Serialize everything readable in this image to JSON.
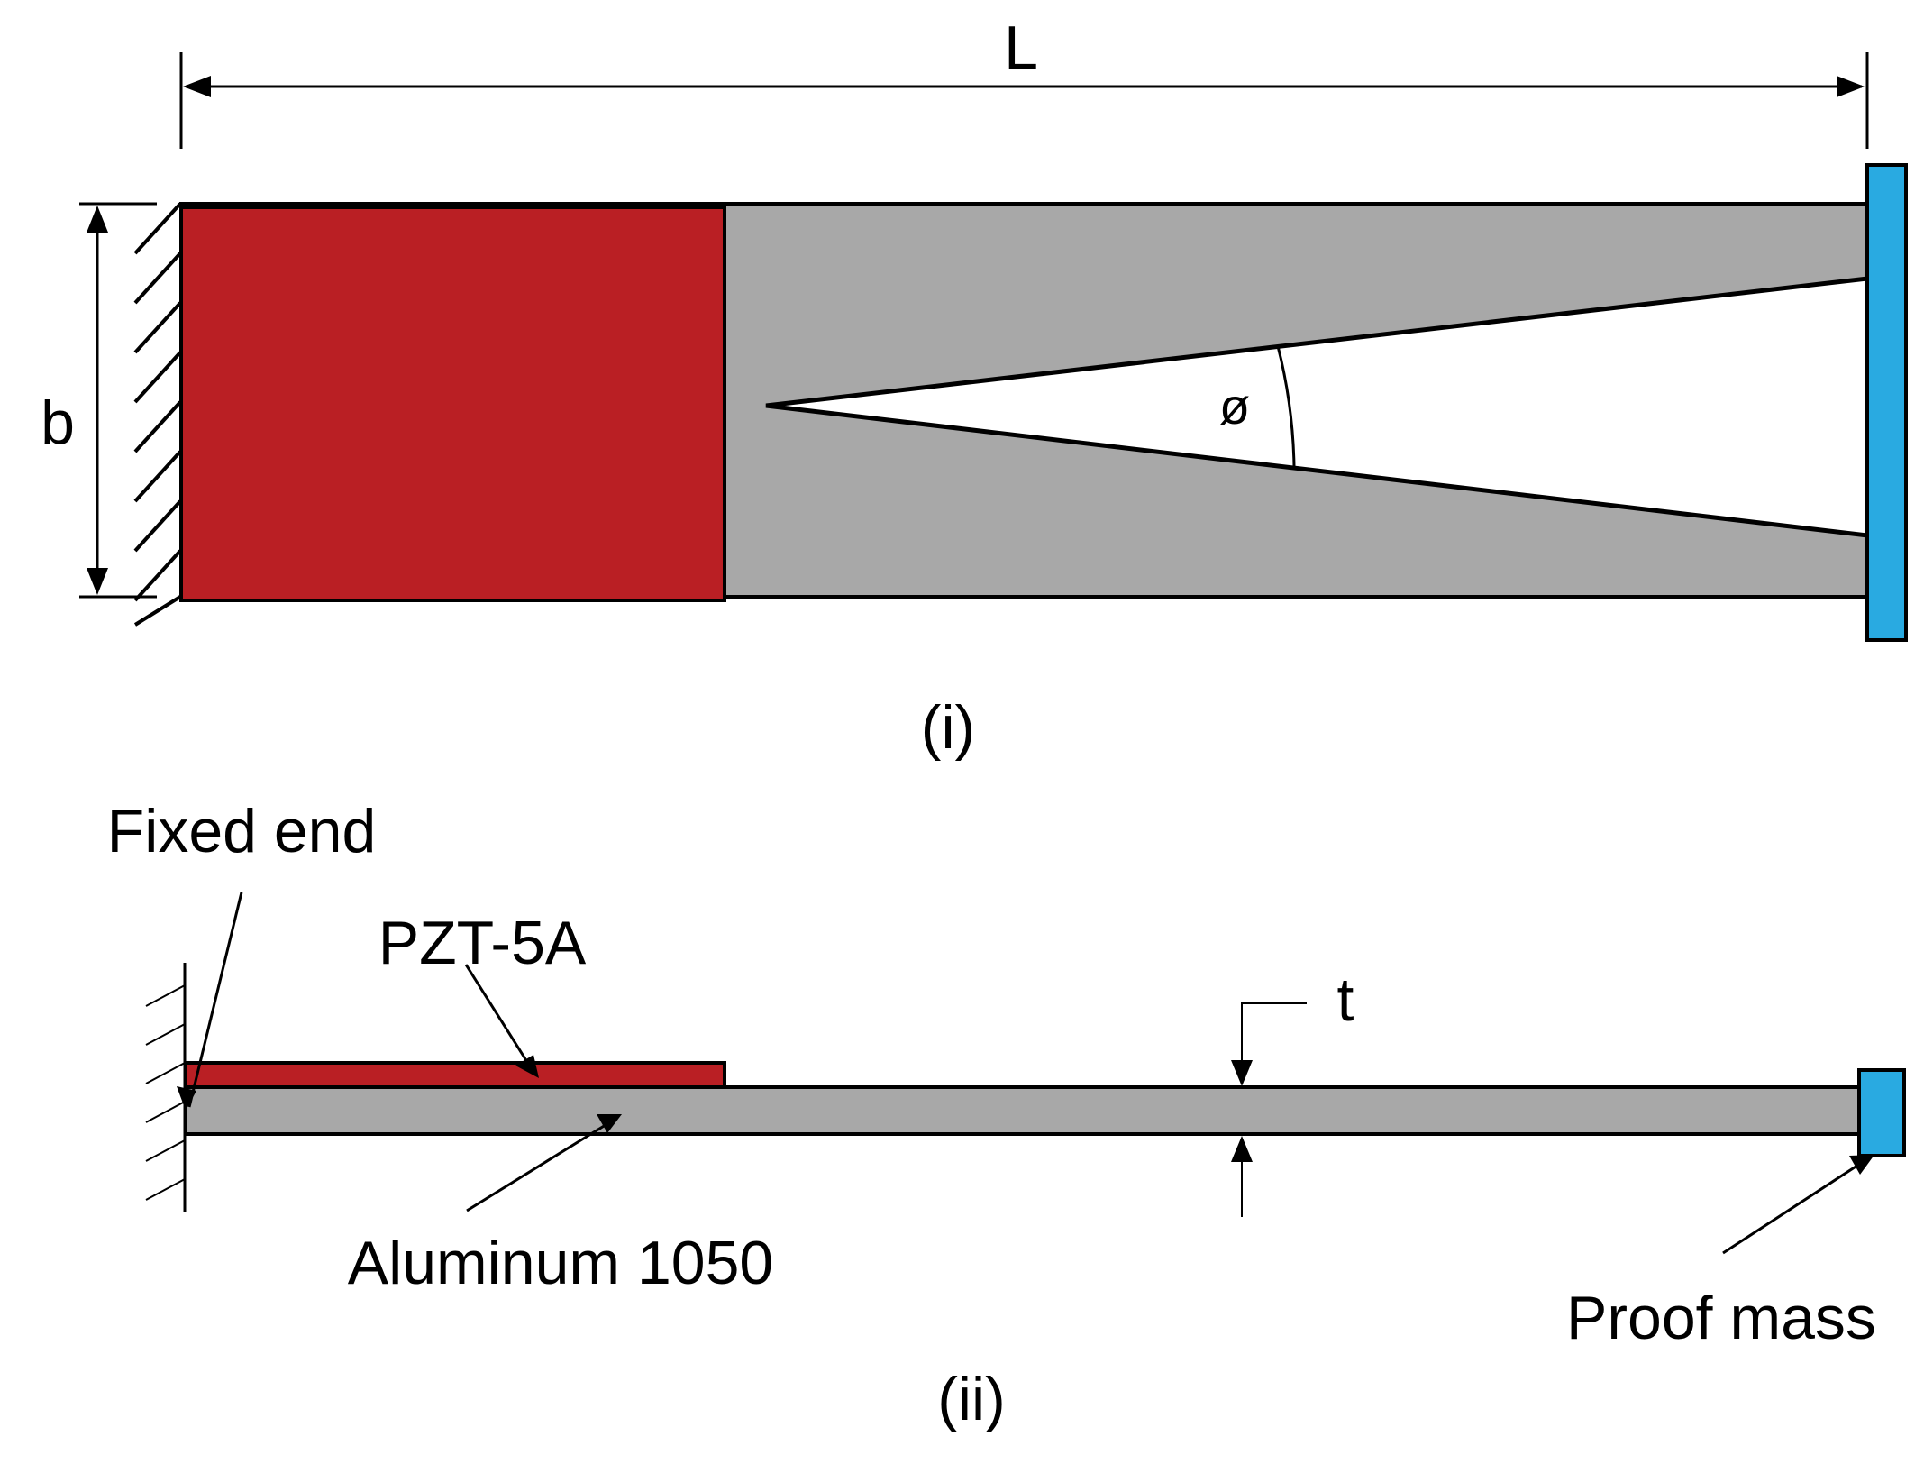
{
  "labels": {
    "length": "L",
    "width": "b",
    "angle": "ø",
    "thickness": "t",
    "caption_top": "(i)",
    "caption_bottom": "(ii)",
    "fixed_end": "Fixed end",
    "piezo_layer": "PZT-5A",
    "substrate": "Aluminum 1050",
    "proof_mass": "Proof mass"
  },
  "colors": {
    "piezo": "#BA1F24",
    "substrate": "#A8A8A8",
    "proof_mass": "#29AAE1",
    "cutout": "#FFFFFF",
    "line": "#000000"
  }
}
